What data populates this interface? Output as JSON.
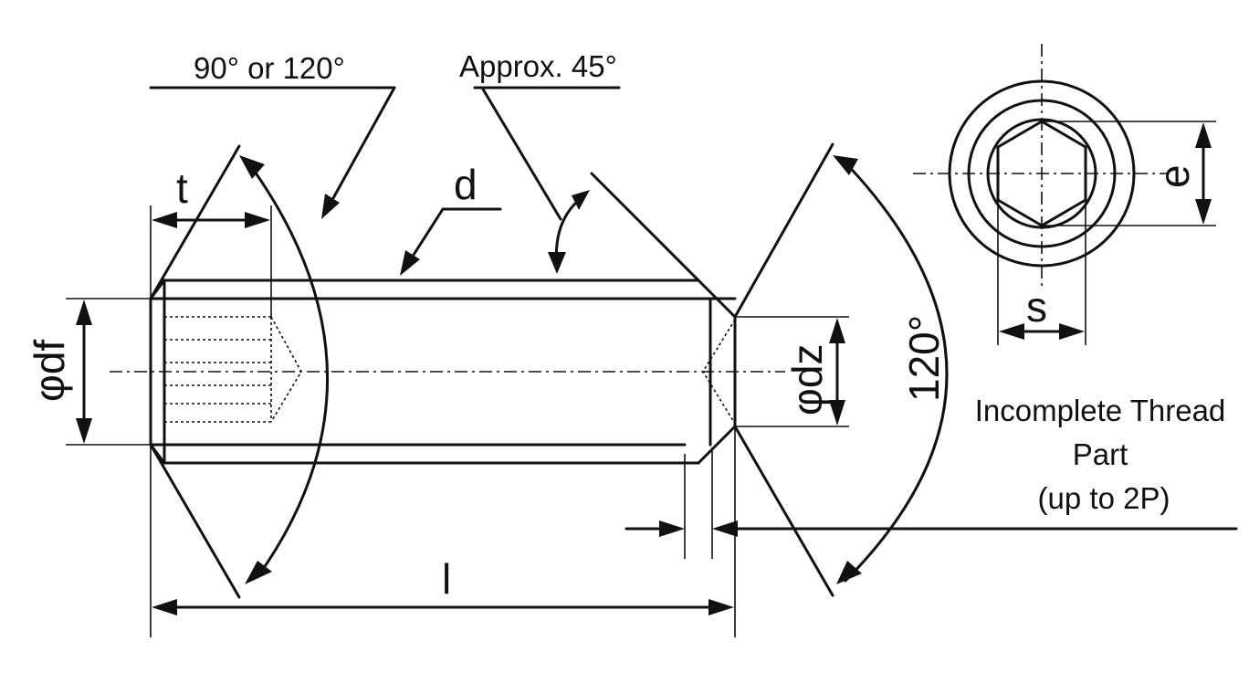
{
  "labels": {
    "angle_point": "90° or 120°",
    "angle_chamfer": "Approx. 45°",
    "dim_d": "d",
    "dim_t": "t",
    "dim_df": "φdf",
    "dim_dz": "φdz",
    "angle_end": "120°",
    "dim_l": "l",
    "dim_e": "e",
    "dim_s": "s"
  },
  "note": {
    "line1": "Incomplete Thread",
    "line2": "Part",
    "line3": "(up to 2P)"
  }
}
